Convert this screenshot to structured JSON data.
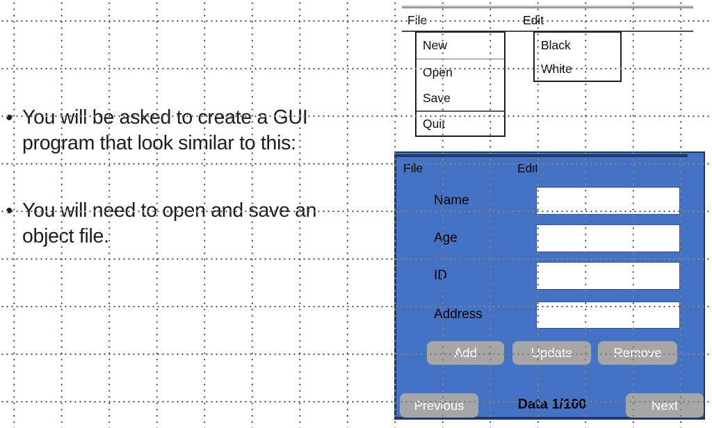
{
  "bullets": [
    {
      "lines": [
        "You will be asked to create a GUI",
        "program that look similar to this:"
      ]
    },
    {
      "lines": [
        "You will need to open and save an",
        "object file."
      ]
    }
  ],
  "menu_mockup": {
    "menubar": [
      "File",
      "Edit"
    ],
    "file_menu": {
      "items": [
        "New",
        "Open",
        "Save",
        "Quit"
      ]
    },
    "edit_menu": {
      "items": [
        "Black",
        "White"
      ]
    }
  },
  "gui_window": {
    "menubar": [
      "File",
      "Edit"
    ],
    "fields": [
      {
        "label": "Name",
        "value": ""
      },
      {
        "label": "Age",
        "value": ""
      },
      {
        "label": "ID",
        "value": ""
      },
      {
        "label": "Address",
        "value": ""
      }
    ],
    "action_buttons": [
      "Add",
      "Update",
      "Remove"
    ],
    "footer": {
      "previous": "Previous",
      "counter": "Data 1/100",
      "next": "Next"
    }
  },
  "colors": {
    "window_blue": "#4472C4",
    "window_border": "#1F3864",
    "button_gray": "#A6A6A6",
    "button_text": "#FFFFFF",
    "grid_dot_on_white": "#6B6B6B",
    "grid_dot_on_blue": "#BB8D3B"
  }
}
